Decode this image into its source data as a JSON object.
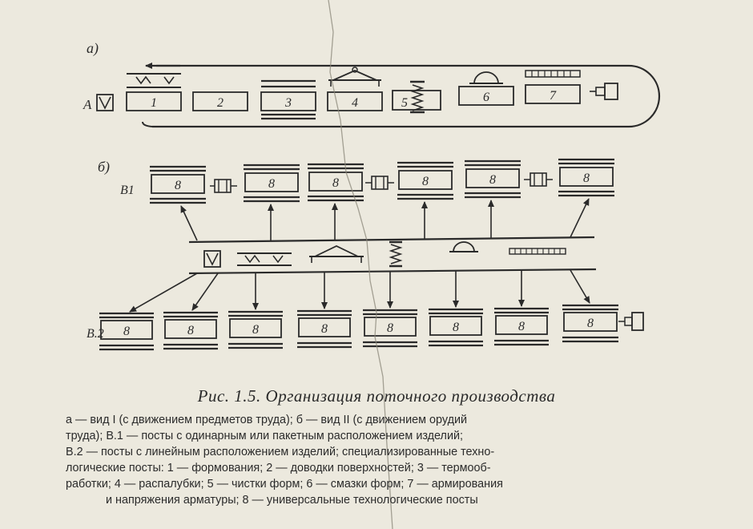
{
  "figure": {
    "panel_a_marker": "а)",
    "panel_b_marker": "б)",
    "row_a_label": "А",
    "row_b1_label": "В1",
    "row_b2_label": "В.2",
    "posts_a": [
      "1",
      "2",
      "3",
      "4",
      "5",
      "6",
      "7"
    ],
    "posts_b1": [
      "8",
      "8",
      "8",
      "8",
      "8",
      "8"
    ],
    "posts_b2": [
      "8",
      "8",
      "8",
      "8",
      "8",
      "8",
      "8",
      "8"
    ]
  },
  "caption": "Рис. 1.5. Организация поточного производства",
  "legend_lines": [
    "а — вид I (с движением предметов труда); б — вид II (с движением орудий",
    "труда); В.1 — посты с одинарным или пакетным расположением изделий;",
    "В.2 — посты с линейным расположением изделий; специализированные техно-",
    "логические посты: 1 — формования; 2 — доводки поверхностей; 3 — термооб-",
    "работки; 4 — распалубки; 5 — чистки форм; 6 — смазки форм; 7 — армирования",
    "и напряжения арматуры; 8 — универсальные технологические посты"
  ]
}
